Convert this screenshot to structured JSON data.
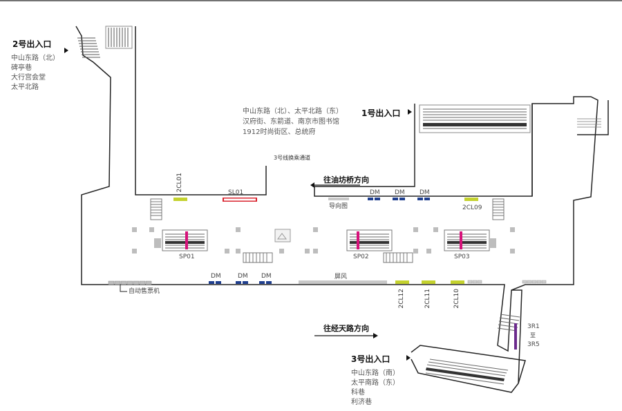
{
  "exits": {
    "exit2": {
      "title": "2号出入口",
      "places": [
        "中山东路（北）",
        "碑亭巷",
        "大行宫会堂",
        "太平北路"
      ]
    },
    "exit1": {
      "title": "1号出入口",
      "places": [
        "中山东路（北）、太平北路（东）",
        "汉府街、东箭道、南京市图书馆",
        "1912时尚街区、总统府"
      ]
    },
    "exit3": {
      "title": "3号出入口",
      "places": [
        "中山东路（南）",
        "太平南路（东）",
        "科巷",
        "利济巷"
      ]
    }
  },
  "directions": {
    "west": "往油坊桥方向",
    "east": "往经天路方向"
  },
  "labels": {
    "transfer": "3号线换乘通道",
    "guide_map": "导向图",
    "screen": "屏风",
    "ticket_machine": "自动售票机",
    "sl01": "SL01",
    "cl01": "2CL01",
    "cl09": "2CL09",
    "cl10": "2CL10",
    "cl11": "2CL11",
    "cl12": "2CL12",
    "sp01": "SP01",
    "sp02": "SP02",
    "sp03": "SP03",
    "dm": "DM",
    "r1": "3R1",
    "r_to": "至",
    "r5": "3R5"
  },
  "colors": {
    "wall": "#222222",
    "pillar": "#bdbdbd",
    "dm_blue": "#1f3f8f",
    "gate_yellow": "#c4d22e",
    "sl_red": "#d9232e",
    "pink": "#d6127a",
    "purple": "#6b2a8c"
  }
}
